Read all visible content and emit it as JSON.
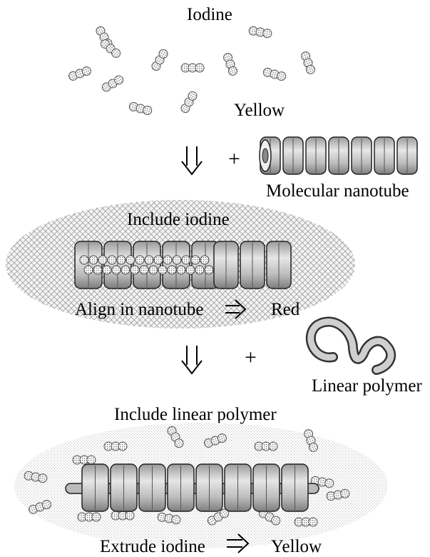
{
  "labels": {
    "iodine": "Iodine",
    "yellow_top": "Yellow",
    "molecular_nanotube": "Molecular nanotube",
    "include_iodine": "Include iodine",
    "align_in_nanotube": "Align in nanotube",
    "red": "Red",
    "linear_polymer": "Linear polymer",
    "include_linear_polymer": "Include linear polymer",
    "extrude_iodine": "Extrude iodine",
    "yellow_bottom": "Yellow"
  },
  "symbols": {
    "plus": "+",
    "down_arrow": "⇓",
    "right_arrow": "⇒"
  },
  "colors": {
    "bead_fill": "#c8c8c8",
    "tube_fill": "#d4d4d4",
    "ellipse_fill": "#e4e4e4"
  }
}
